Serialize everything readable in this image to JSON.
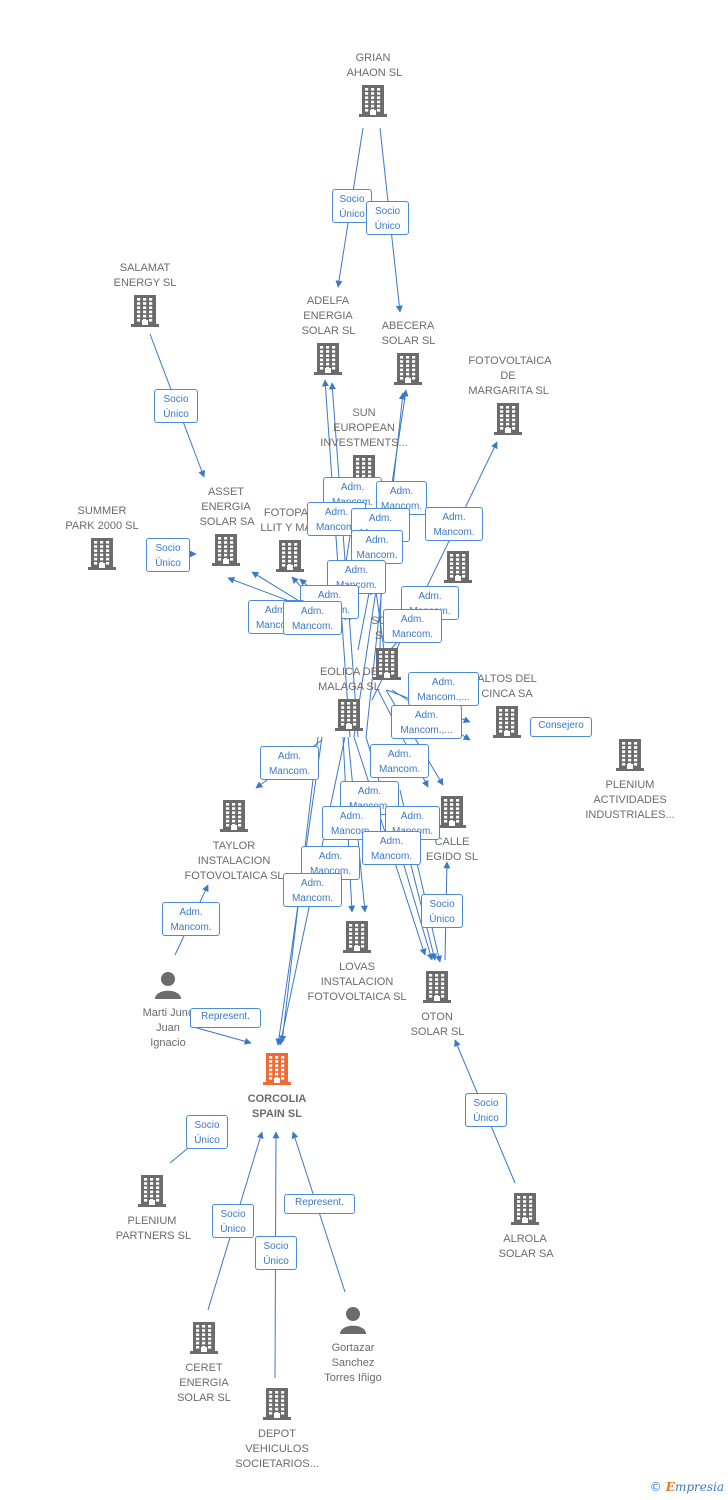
{
  "colors": {
    "node": "#6b6b6b",
    "focus": "#f06a35",
    "edge": "#3a78c8",
    "tagBorder": "#4a8ad6"
  },
  "nodes": [
    {
      "id": "grian",
      "type": "company",
      "lines": [
        "GRIAN",
        "AHAON SL"
      ]
    },
    {
      "id": "salamat",
      "type": "company",
      "lines": [
        "SALAMAT",
        "ENERGY  SL"
      ]
    },
    {
      "id": "adelfa",
      "type": "company",
      "lines": [
        "ADELFA",
        "ENERGIA",
        "SOLAR SL"
      ]
    },
    {
      "id": "abecera",
      "type": "company",
      "lines": [
        "ABECERA",
        "SOLAR SL"
      ]
    },
    {
      "id": "fotomargarita",
      "type": "company",
      "lines": [
        "FOTOVOLTAICA",
        "DE",
        "MARGARITA SL"
      ]
    },
    {
      "id": "sun",
      "type": "company",
      "lines": [
        "SUN",
        "EUROPEAN",
        "INVESTMENTS..."
      ]
    },
    {
      "id": "summer",
      "type": "company",
      "lines": [
        "SUMMER",
        "PARK 2000  SL"
      ]
    },
    {
      "id": "asset",
      "type": "company",
      "lines": [
        "ASSET",
        "ENERGIA",
        "SOLAR SA"
      ]
    },
    {
      "id": "fotopar",
      "type": "company",
      "lines": [
        "FOTOPAR",
        "LLIT Y MAR"
      ]
    },
    {
      "id": "unnamed",
      "type": "company",
      "lines": []
    },
    {
      "id": "sond",
      "type": "company",
      "lines": [
        "SOND",
        "SPAI"
      ]
    },
    {
      "id": "eolica",
      "type": "company",
      "lines": [
        "EOLICA DE",
        "MALAGA  SL"
      ]
    },
    {
      "id": "altos",
      "type": "company",
      "lines": [
        "ALTOS DEL",
        "CINCA SA"
      ]
    },
    {
      "id": "plenium_act",
      "type": "company",
      "lines": [
        "PLENIUM",
        "ACTIVIDADES",
        "INDUSTRIALES..."
      ]
    },
    {
      "id": "taylor",
      "type": "company",
      "lines": [
        "TAYLOR",
        "INSTALACION",
        "FOTOVOLTAICA SL"
      ]
    },
    {
      "id": "calle",
      "type": "company",
      "lines": [
        "CALLE",
        "EGIDO SL"
      ]
    },
    {
      "id": "lovas",
      "type": "company",
      "lines": [
        "LOVAS",
        "INSTALACION",
        "FOTOVOLTAICA SL"
      ]
    },
    {
      "id": "oton",
      "type": "company",
      "lines": [
        "OTON",
        "SOLAR SL"
      ]
    },
    {
      "id": "marti",
      "type": "person",
      "lines": [
        "Marti Junc",
        "Juan",
        "Ignacio"
      ]
    },
    {
      "id": "corcolia",
      "type": "focus",
      "lines": [
        "CORCOLIA",
        "SPAIN  SL"
      ]
    },
    {
      "id": "plenium_partners",
      "type": "company",
      "lines": [
        "PLENIUM",
        "PARTNERS SL"
      ]
    },
    {
      "id": "alrola",
      "type": "company",
      "lines": [
        "ALROLA",
        "SOLAR SA"
      ]
    },
    {
      "id": "ceret",
      "type": "company",
      "lines": [
        "CERET",
        "ENERGIA",
        "SOLAR  SL"
      ]
    },
    {
      "id": "gortazar",
      "type": "person",
      "lines": [
        "Gortazar",
        "Sanchez",
        "Torres Iñigo"
      ]
    },
    {
      "id": "depot",
      "type": "company",
      "lines": [
        "DEPOT",
        "VEHICULOS",
        "SOCIETARIOS..."
      ]
    }
  ],
  "relations": [
    {
      "id": "r1",
      "lines": [
        "Socio",
        "Único"
      ]
    },
    {
      "id": "r2",
      "lines": [
        "Socio",
        "Único"
      ]
    },
    {
      "id": "r3",
      "lines": [
        "Socio",
        "Único"
      ]
    },
    {
      "id": "r4",
      "lines": [
        "Socio",
        "Único"
      ]
    },
    {
      "id": "r5",
      "lines": [
        "Adm.",
        "Mancom."
      ]
    },
    {
      "id": "r6",
      "lines": [
        "Adm.",
        "Mancom."
      ]
    },
    {
      "id": "r7",
      "lines": [
        "Adm.",
        "Mancom."
      ]
    },
    {
      "id": "r8",
      "lines": [
        "Adm.",
        "Mancom."
      ]
    },
    {
      "id": "r9",
      "lines": [
        "Adm.",
        "Mancom."
      ]
    },
    {
      "id": "r10",
      "lines": [
        "Adm.",
        "Mancom."
      ]
    },
    {
      "id": "r11",
      "lines": [
        "Adm.",
        "Mancom."
      ]
    },
    {
      "id": "r12",
      "lines": [
        "Adm.",
        "Mancom."
      ]
    },
    {
      "id": "r13",
      "lines": [
        "Adm.",
        "Mancom."
      ]
    },
    {
      "id": "r14",
      "lines": [
        "Adm.",
        "Mancom."
      ]
    },
    {
      "id": "r15",
      "lines": [
        "Adm.",
        "Mancom."
      ]
    },
    {
      "id": "r16",
      "lines": [
        "Adm.",
        "Mancom."
      ]
    },
    {
      "id": "r17",
      "lines": [
        "Adm.",
        "Mancom.,..."
      ]
    },
    {
      "id": "r18",
      "lines": [
        "Adm.",
        "Mancom.,..."
      ]
    },
    {
      "id": "r19",
      "lines": [
        "Consejero"
      ]
    },
    {
      "id": "r20",
      "lines": [
        "Adm.",
        "Mancom."
      ]
    },
    {
      "id": "r21",
      "lines": [
        "Adm.",
        "Mancom."
      ]
    },
    {
      "id": "r22",
      "lines": [
        "Adm.",
        "Mancom."
      ]
    },
    {
      "id": "r23",
      "lines": [
        "Adm.",
        "Mancom."
      ]
    },
    {
      "id": "r24",
      "lines": [
        "Adm.",
        "Mancom."
      ]
    },
    {
      "id": "r25",
      "lines": [
        "Adm.",
        "Mancom."
      ]
    },
    {
      "id": "r26",
      "lines": [
        "Adm.",
        "Mancom."
      ]
    },
    {
      "id": "r27",
      "lines": [
        "Adm.",
        "Mancom."
      ]
    },
    {
      "id": "r28",
      "lines": [
        "Adm.",
        "Mancom."
      ]
    },
    {
      "id": "r29",
      "lines": [
        "Socio",
        "Único"
      ]
    },
    {
      "id": "r30",
      "lines": [
        "Represent."
      ]
    },
    {
      "id": "r31",
      "lines": [
        "Socio",
        "Único"
      ]
    },
    {
      "id": "r32",
      "lines": [
        "Socio",
        "Único"
      ]
    },
    {
      "id": "r33",
      "lines": [
        "Socio",
        "Único"
      ]
    },
    {
      "id": "r34",
      "lines": [
        "Socio",
        "Único"
      ]
    },
    {
      "id": "r35",
      "lines": [
        "Represent."
      ]
    },
    {
      "id": "r36",
      "lines": [
        "Adm.",
        "Mancom."
      ]
    }
  ],
  "footer": {
    "copyright": "©",
    "brand_initial": "E",
    "brand_rest": "mpresia"
  }
}
